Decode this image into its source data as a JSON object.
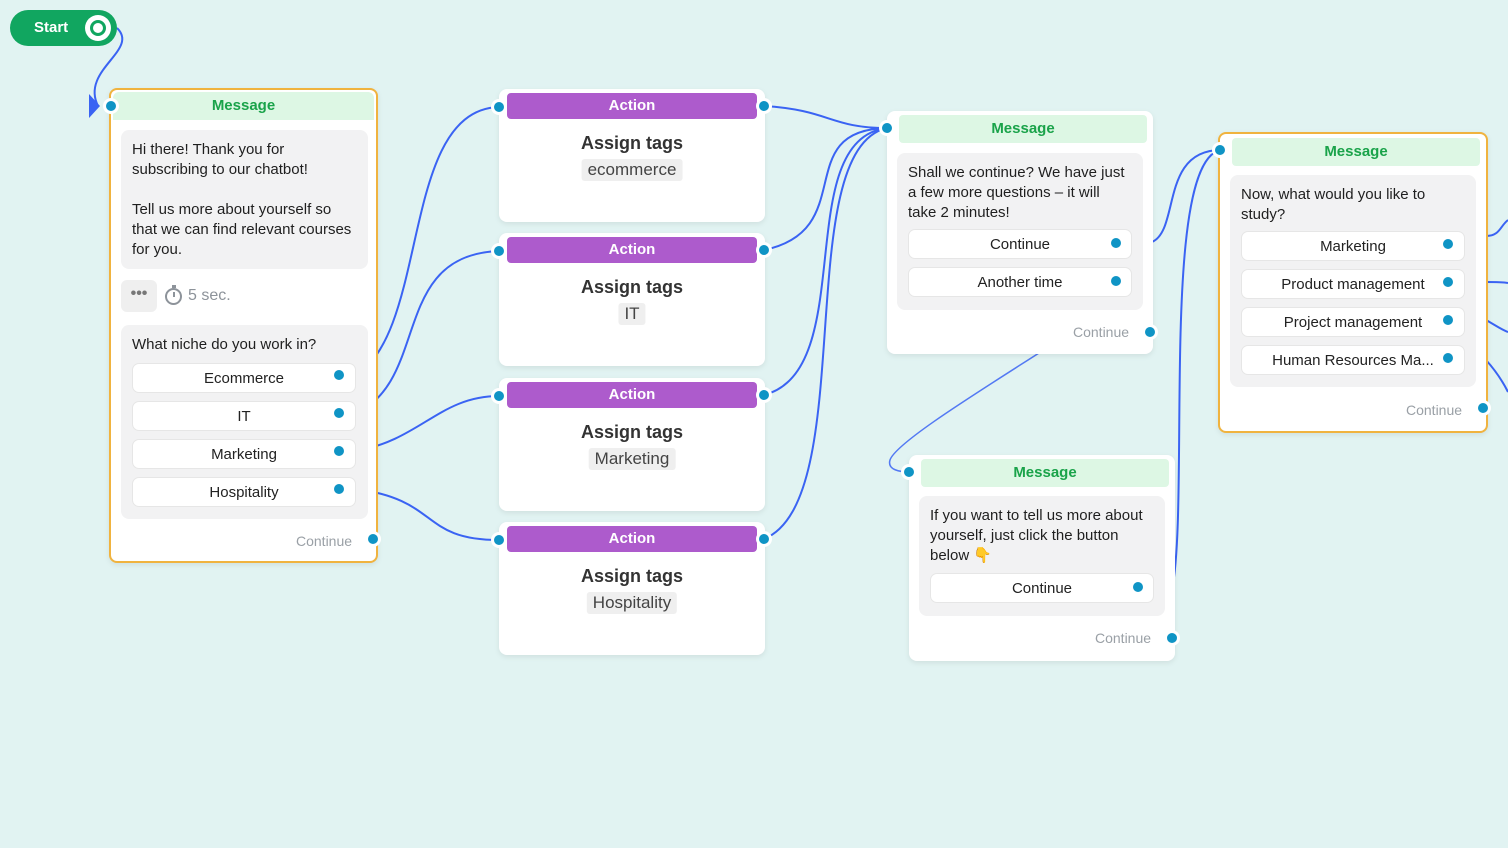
{
  "start": {
    "label": "Start"
  },
  "node1": {
    "header": "Message",
    "text": "Hi there! Thank you for subscribing to our chatbot!\n\nTell us more about yourself so that we can find relevant courses for you.",
    "delay": "5 sec.",
    "delay_dots": "•••",
    "question": "What niche do you work in?",
    "buttons": [
      "Ecommerce",
      "IT",
      "Marketing",
      "Hospitality"
    ],
    "continue": "Continue"
  },
  "actions": [
    {
      "header": "Action",
      "title": "Assign tags",
      "tag": "ecommerce"
    },
    {
      "header": "Action",
      "title": "Assign tags",
      "tag": "IT"
    },
    {
      "header": "Action",
      "title": "Assign tags",
      "tag": "Marketing"
    },
    {
      "header": "Action",
      "title": "Assign tags",
      "tag": "Hospitality"
    }
  ],
  "node2": {
    "header": "Message",
    "text": "Shall we continue? We have just a few more questions – it will take 2 minutes!",
    "buttons": [
      "Continue",
      "Another time"
    ],
    "continue": "Continue"
  },
  "node3": {
    "header": "Message",
    "text": "If you want to tell us more about yourself, just click the button below 👇",
    "buttons": [
      "Continue"
    ],
    "continue": "Continue"
  },
  "node4": {
    "header": "Message",
    "text": "Now, what would you like to study?",
    "buttons": [
      "Marketing",
      "Product management",
      "Project management",
      "Human Resources Ma..."
    ],
    "continue": "Continue"
  },
  "colors": {
    "canvas": "#e1f3f2",
    "wire": "#3a63f3",
    "port": "#0f94c5",
    "action": "#ad5bcc",
    "message_header": "#ddf7e4",
    "message_text": "#1aa34a",
    "selected_border": "#f0b33f",
    "start": "#11a660"
  }
}
